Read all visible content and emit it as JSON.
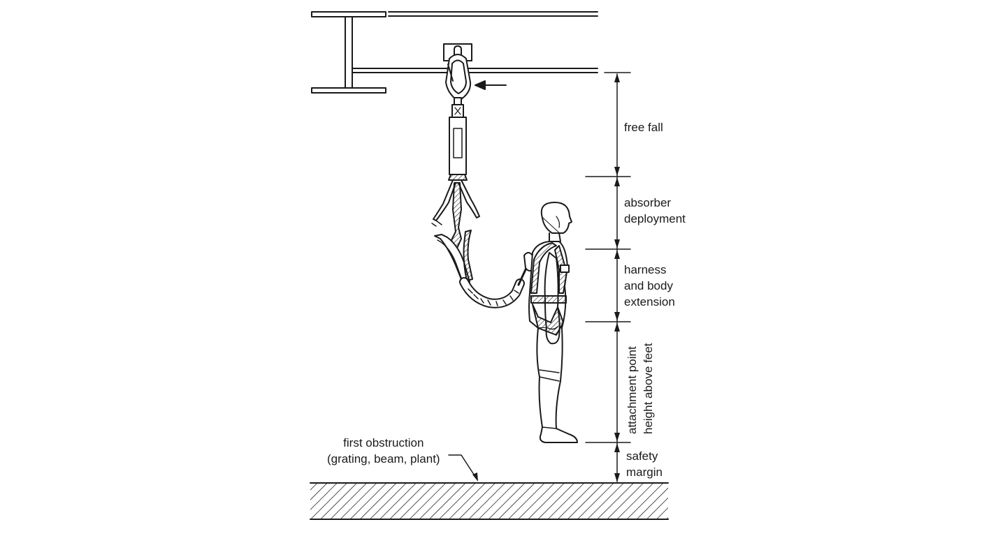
{
  "labels": {
    "free_fall": "free fall",
    "absorber_deployment": [
      "absorber",
      "deployment"
    ],
    "harness_body_extension": [
      "harness",
      "and body",
      "extension"
    ],
    "attachment_point_height": [
      "attachment point",
      "height above feet"
    ],
    "safety_margin": [
      "safety",
      "margin"
    ],
    "first_obstruction": [
      "first obstruction",
      "(grating, beam, plant)"
    ]
  },
  "colors": {
    "line": "#1a1a1a",
    "background": "#ffffff"
  }
}
